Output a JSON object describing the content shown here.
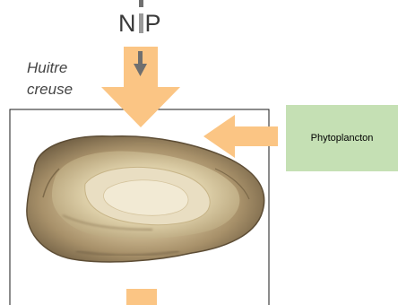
{
  "diagram": {
    "nutrients_label": "N",
    "nutrients_label_2": "P",
    "organism_label_line1": "Huitre",
    "organism_label_line2": "creuse",
    "food_source_label": "Phytoplancton",
    "colors": {
      "flow_arrow": "#fbc584",
      "box_border": "#1a1a1a",
      "food_box": "#c5e0b4",
      "nutrient_arrow": "#6f6f6f"
    }
  }
}
